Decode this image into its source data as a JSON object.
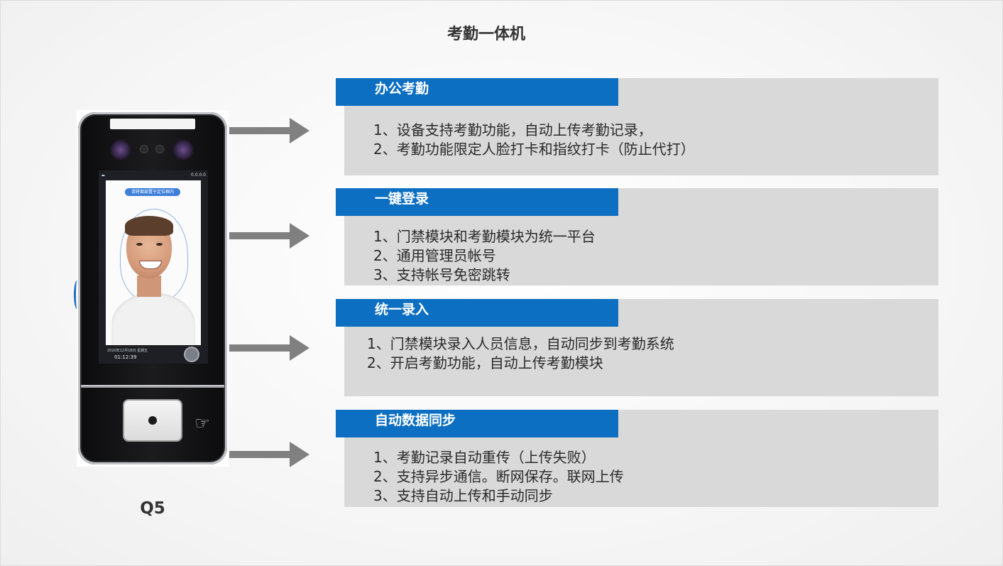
{
  "page": {
    "title": "考勤一体机",
    "model": "Q5"
  },
  "device": {
    "screen_hint": "请将面部置于定位框内",
    "screen_status_right": "0.0.0.0",
    "screen_date": "2020年12月18日 星期五",
    "screen_time": "01:12:39",
    "body_color": "#111113",
    "accent_color": "#1d6fc4"
  },
  "colors": {
    "header_blue": "#0d6fc2",
    "panel_gray": "#d9d9d9",
    "arrow_gray": "#808080"
  },
  "sections": [
    {
      "title": "办公考勤",
      "items": [
        "1、设备支持考勤功能，自动上传考勤记录，",
        "2、考勤功能限定人脸打卡和指纹打卡（防止代打）"
      ]
    },
    {
      "title": "一键登录",
      "items": [
        "1、门禁模块和考勤模块为统一平台",
        "2、通用管理员帐号",
        "3、支持帐号免密跳转"
      ]
    },
    {
      "title": "统一录入",
      "items": [
        "1、门禁模块录入人员信息，自动同步到考勤系统",
        "2、开启考勤功能，自动上传考勤模块"
      ]
    },
    {
      "title": "自动数据同步",
      "items": [
        "1、考勤记录自动重传（上传失败）",
        "2、支持异步通信。断网保存。联网上传",
        "3、支持自动上传和手动同步"
      ]
    }
  ]
}
